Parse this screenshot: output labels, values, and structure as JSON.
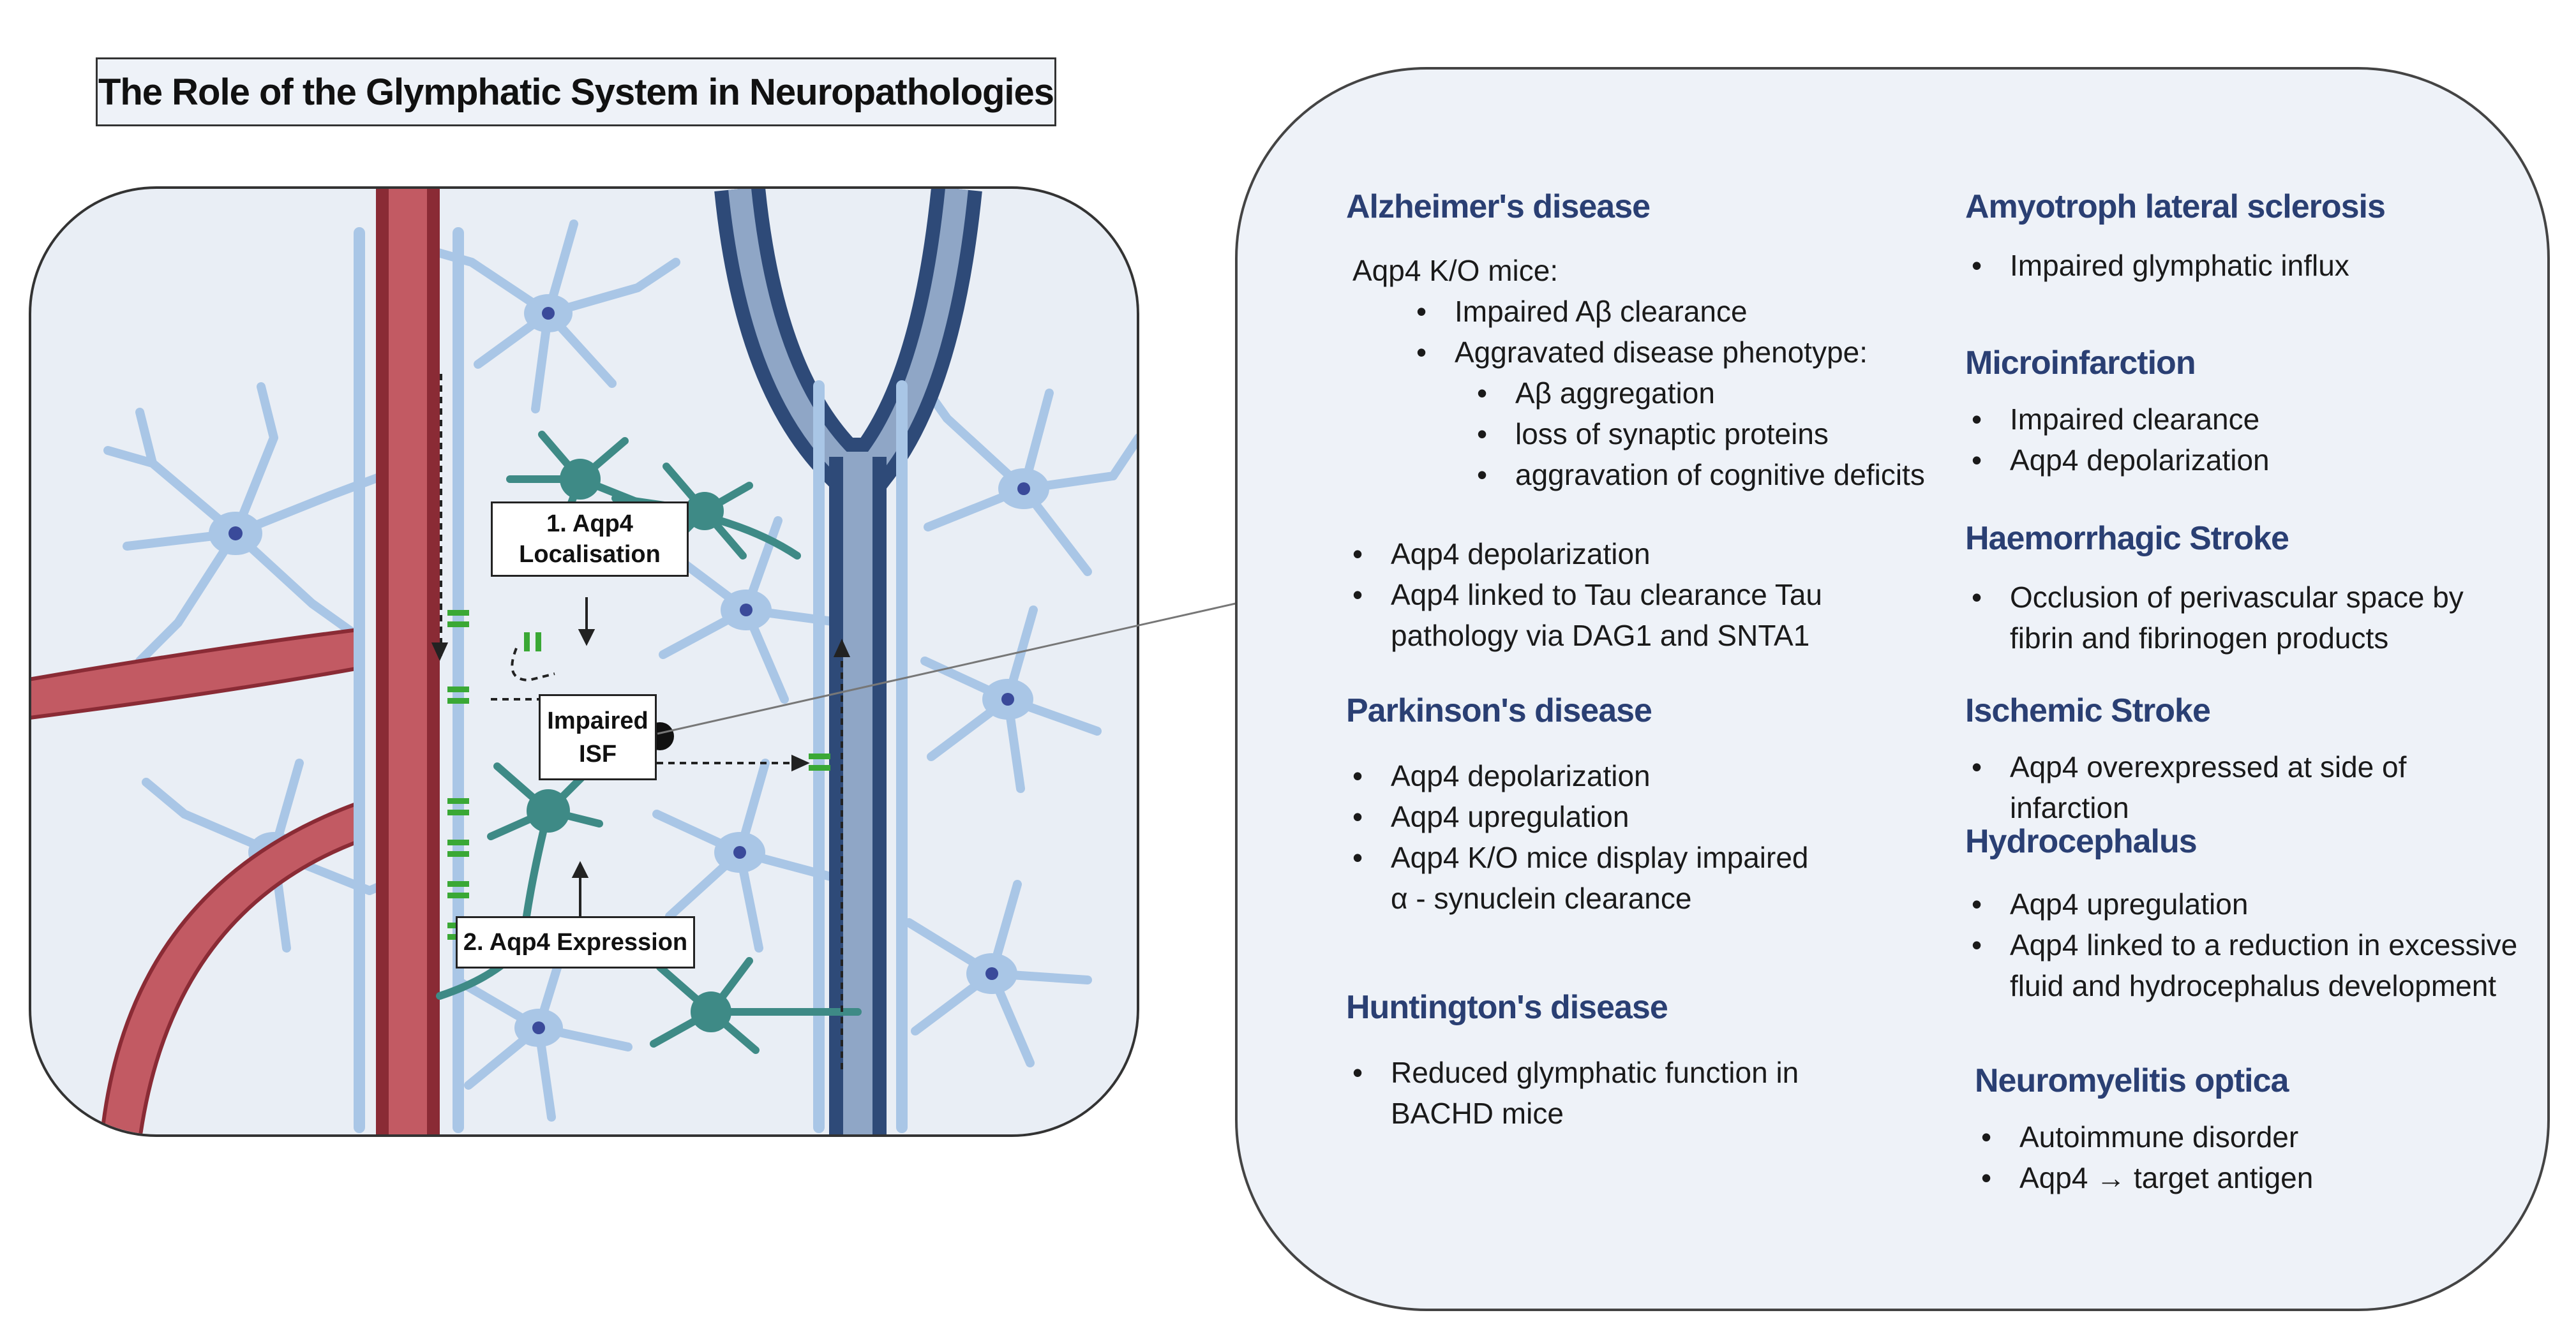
{
  "title": "The Role of the Glymphatic System in Neuropathologies",
  "diagram": {
    "label_localisation_1": "1. Aqp4",
    "label_localisation_2": "Localisation",
    "label_isf_1": "Impaired",
    "label_isf_2": "ISF",
    "label_expression": "2. Aqp4 Expression",
    "colors": {
      "artery": "#c25a63",
      "vein": "#2e4a78",
      "astrocyte": "#a9c6e6",
      "neuron": "#3e8a86",
      "aqp4": "#3aa835"
    }
  },
  "diseases": {
    "alzheimers": {
      "heading": "Alzheimer's disease",
      "intro": "Aqp4 K/O mice:",
      "sub": [
        "Impaired Aβ clearance",
        "Aggravated disease phenotype:"
      ],
      "subsub": [
        "Aβ aggregation",
        "loss of synaptic proteins",
        "aggravation of cognitive deficits"
      ],
      "items": [
        "Aqp4 depolarization",
        "Aqp4 linked to Tau clearance Tau pathology via DAG1 and SNTA1"
      ]
    },
    "parkinsons": {
      "heading": "Parkinson's disease",
      "items": [
        "Aqp4 depolarization",
        "Aqp4 upregulation",
        "Aqp4 K/O mice display impaired α - synuclein clearance"
      ]
    },
    "huntingtons": {
      "heading": "Huntington's disease",
      "items": [
        "Reduced glymphatic function in BACHD mice"
      ]
    },
    "als": {
      "heading": "Amyotroph lateral sclerosis",
      "items": [
        "Impaired glymphatic influx"
      ]
    },
    "microinfarction": {
      "heading": "Microinfarction",
      "items": [
        "Impaired clearance",
        "Aqp4 depolarization"
      ]
    },
    "haemorrhagic": {
      "heading": "Haemorrhagic Stroke",
      "items": [
        "Occlusion of perivascular space by fibrin and fibrinogen products"
      ]
    },
    "ischemic": {
      "heading": "Ischemic Stroke",
      "items": [
        "Aqp4 overexpressed at side of infarction"
      ]
    },
    "hydrocephalus": {
      "heading": "Hydrocephalus",
      "items": [
        "Aqp4 upregulation",
        "Aqp4 linked to a reduction in excessive fluid and hydrocephalus development"
      ]
    },
    "nmo": {
      "heading": "Neuromyelitis optica",
      "items": [
        "Autoimmune disorder",
        "Aqp4 → target antigen"
      ]
    }
  }
}
